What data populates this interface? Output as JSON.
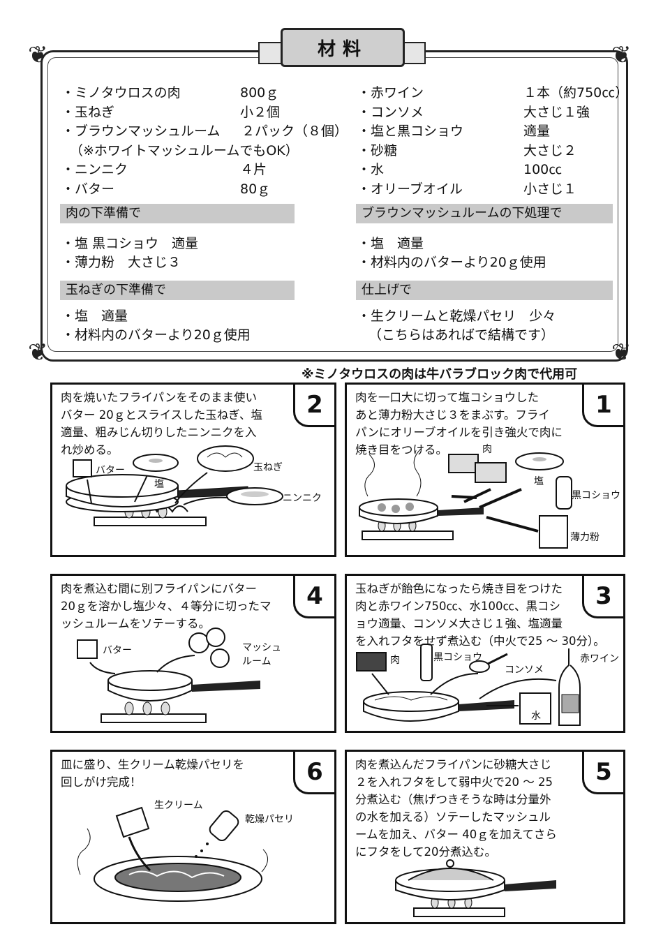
{
  "ingredients_title": "材料",
  "left_ingredients": [
    {
      "name": "・ミノタウロスの肉",
      "amount": "800ｇ"
    },
    {
      "name": "・玉ねぎ",
      "amount": "小２個"
    },
    {
      "name": "・ブラウンマッシュルーム",
      "amount": "２パック（８個）"
    },
    {
      "name": "（※ホワイトマッシュルームでもOK）",
      "amount": ""
    },
    {
      "name": "・ニンニク",
      "amount": "４片"
    },
    {
      "name": "・バター",
      "amount": "80ｇ"
    }
  ],
  "right_ingredients": [
    {
      "name": "・赤ワイン",
      "amount": "１本（約750㏄）"
    },
    {
      "name": "・コンソメ",
      "amount": "大さじ１強"
    },
    {
      "name": "・塩と黒コショウ",
      "amount": "適量"
    },
    {
      "name": "・砂糖",
      "amount": "大さじ２"
    },
    {
      "name": "・水",
      "amount": "100㏄"
    },
    {
      "name": "・オリーブオイル",
      "amount": "小さじ１"
    }
  ],
  "sections": {
    "meat_prep": {
      "title": "肉の下準備で",
      "items": [
        "・塩 黒コショウ　適量",
        "・薄力粉　大さじ３"
      ]
    },
    "mushroom_prep": {
      "title": "ブラウンマッシュルームの下処理で",
      "items": [
        "・塩　適量",
        "・材料内のバターより20ｇ使用"
      ]
    },
    "onion_prep": {
      "title": "玉ねぎの下準備で",
      "items": [
        "・塩　適量",
        "・材料内のバターより20ｇ使用"
      ]
    },
    "finish": {
      "title": "仕上げで",
      "items": [
        "・生クリームと乾燥パセリ　少々",
        "（こちらはあればで結構です）"
      ]
    }
  },
  "substitute_note": "※ミノタウロスの肉は牛バラブロック肉で代用可",
  "steps": {
    "s1": {
      "number": "1",
      "lines": [
        "肉を一口大に切って塩コショウした",
        "あと薄力粉大さじ３をまぶす。フライ",
        "パンにオリーブオイルを引き強火で肉に",
        "焼き目をつける。"
      ],
      "labels": [
        "肉",
        "塩",
        "黒コショウ",
        "薄力粉"
      ]
    },
    "s2": {
      "number": "2",
      "lines": [
        "肉を焼いたフライパンをそのまま使い",
        "バター 20ｇとスライスした玉ねぎ、塩",
        "適量、粗みじん切りしたニンニクを入",
        "れ炒める。"
      ],
      "labels": [
        "バター",
        "塩",
        "玉ねぎ",
        "ニンニク"
      ]
    },
    "s3": {
      "number": "3",
      "lines": [
        "玉ねぎが飴色になったら焼き目をつけた",
        "肉と赤ワイン750㏄、水100㏄、黒コシ",
        "ョウ適量、コンソメ大さじ１強、塩適量",
        "を入れフタをせず煮込む（中火で25 ～ 30分）。"
      ],
      "labels": [
        "肉",
        "黒コショウ",
        "コンソメ",
        "赤ワイン",
        "水"
      ]
    },
    "s4": {
      "number": "4",
      "lines": [
        "肉を煮込む間に別フライパンにバター",
        "20ｇを溶かし塩少々、４等分に切ったマ",
        "ッシュルームをソテーする。"
      ],
      "labels": [
        "バター",
        "マッシュ",
        "ルーム"
      ]
    },
    "s5": {
      "number": "5",
      "lines": [
        "肉を煮込んだフライパンに砂糖大さじ",
        "２を入れフタをして弱中火で20 ～ 25",
        "分煮込む（焦げつきそうな時は分量外",
        "の水を加える）ソテーしたマッシュル",
        "ームを加え、バター 40ｇを加えてさら",
        "にフタをして20分煮込む。"
      ],
      "labels": []
    },
    "s6": {
      "number": "6",
      "lines": [
        "皿に盛り、生クリーム乾燥パセリを",
        "回しがけ完成！"
      ],
      "labels": [
        "生クリーム",
        "乾燥パセリ"
      ]
    }
  }
}
